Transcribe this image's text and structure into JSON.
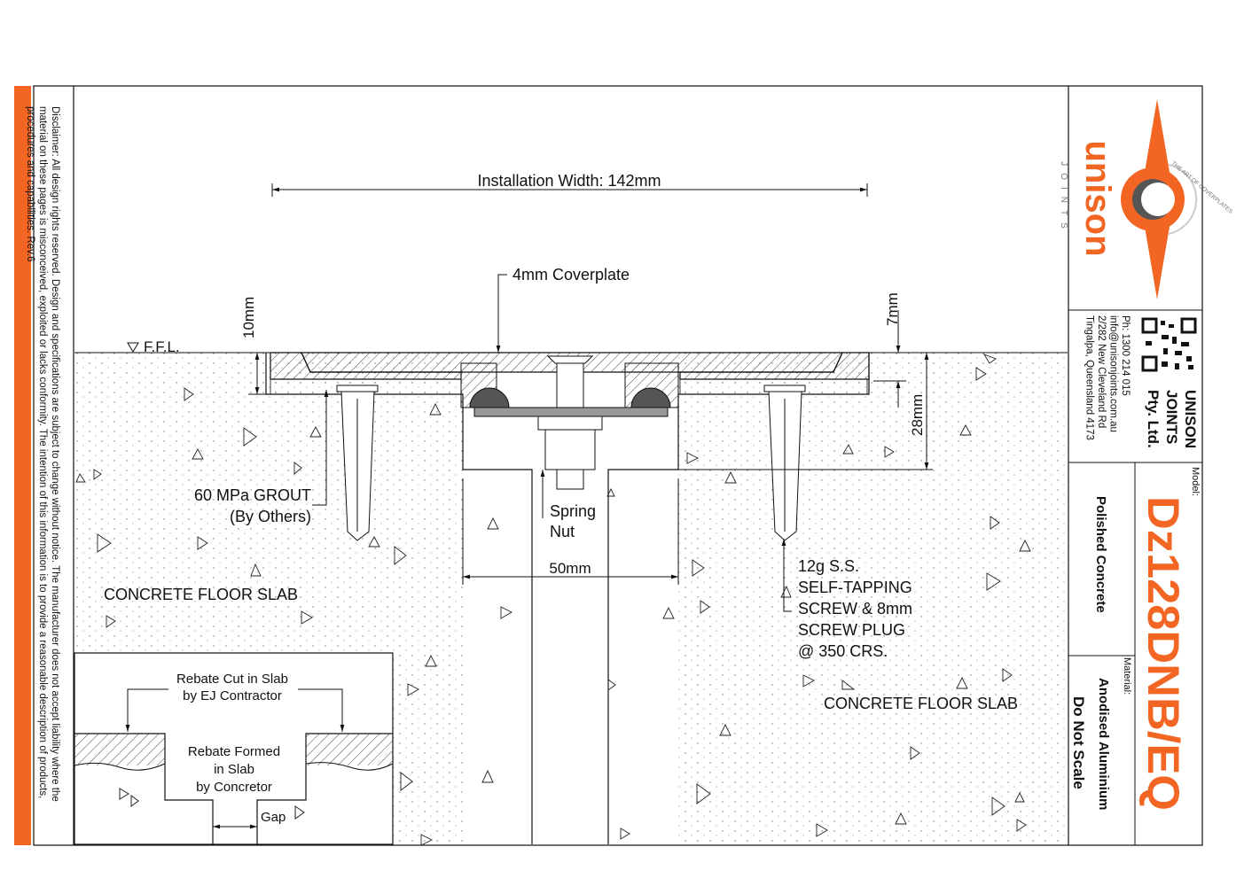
{
  "colors": {
    "brand": "#f26522",
    "line": "#111111",
    "hatch": "#444444"
  },
  "disclaimer": {
    "line1": "Disclaimer: All design rights reserved. Design and specifications are subject to change without notice. The manufacturer does not accept liability where the",
    "line2": "material on these pages is misconceived, exploited or lacks conformity. The intention of this information is to provide a reasonable description of products,",
    "line3": "procedures and capabilities.  Rev.6"
  },
  "drawing": {
    "installation_width": "Installation Width: 142mm",
    "coverplate": "4mm Coverplate",
    "ffl": "F.F.L.",
    "dim_10": "10mm",
    "dim_7": "7mm",
    "dim_28": "28mm",
    "dim_50": "50mm",
    "grout_1": "60 MPa GROUT",
    "grout_2": "(By Others)",
    "spring_1": "Spring",
    "spring_2": "Nut",
    "slab_left": "CONCRETE FLOOR SLAB",
    "slab_right": "CONCRETE FLOOR SLAB",
    "screw": [
      "12g S.S.",
      "SELF-TAPPING",
      "SCREW & 8mm",
      "SCREW PLUG",
      "@ 350 CRS."
    ]
  },
  "inset": {
    "rebate_cut_1": "Rebate Cut in Slab",
    "rebate_cut_2": "by EJ Contractor",
    "rebate_formed_1": "Rebate Formed",
    "rebate_formed_2": "in Slab",
    "rebate_formed_3": "by Concretor",
    "gap": "Gap"
  },
  "logo": {
    "word": "unison",
    "sub": "JOINTS",
    "ring": "THE ART OF COVERPLATES"
  },
  "company": {
    "name_1": "UNISON",
    "name_2": "JOINTS",
    "name_3": "Pty. Ltd.",
    "phone": "Ph: 1300 214 015",
    "email": "info@unisonjoints.com.au",
    "address_1": "2/282 New Cleveland Rd",
    "address_2": "Tingalpa, Queensland 4173"
  },
  "title_block": {
    "model_label": "Model:",
    "model": "Dz128DNB/EQ",
    "finish": "Polished Concrete",
    "material_label": "Material:",
    "material": "Anodised Aluminium",
    "scale_note": "Do Not Scale"
  }
}
